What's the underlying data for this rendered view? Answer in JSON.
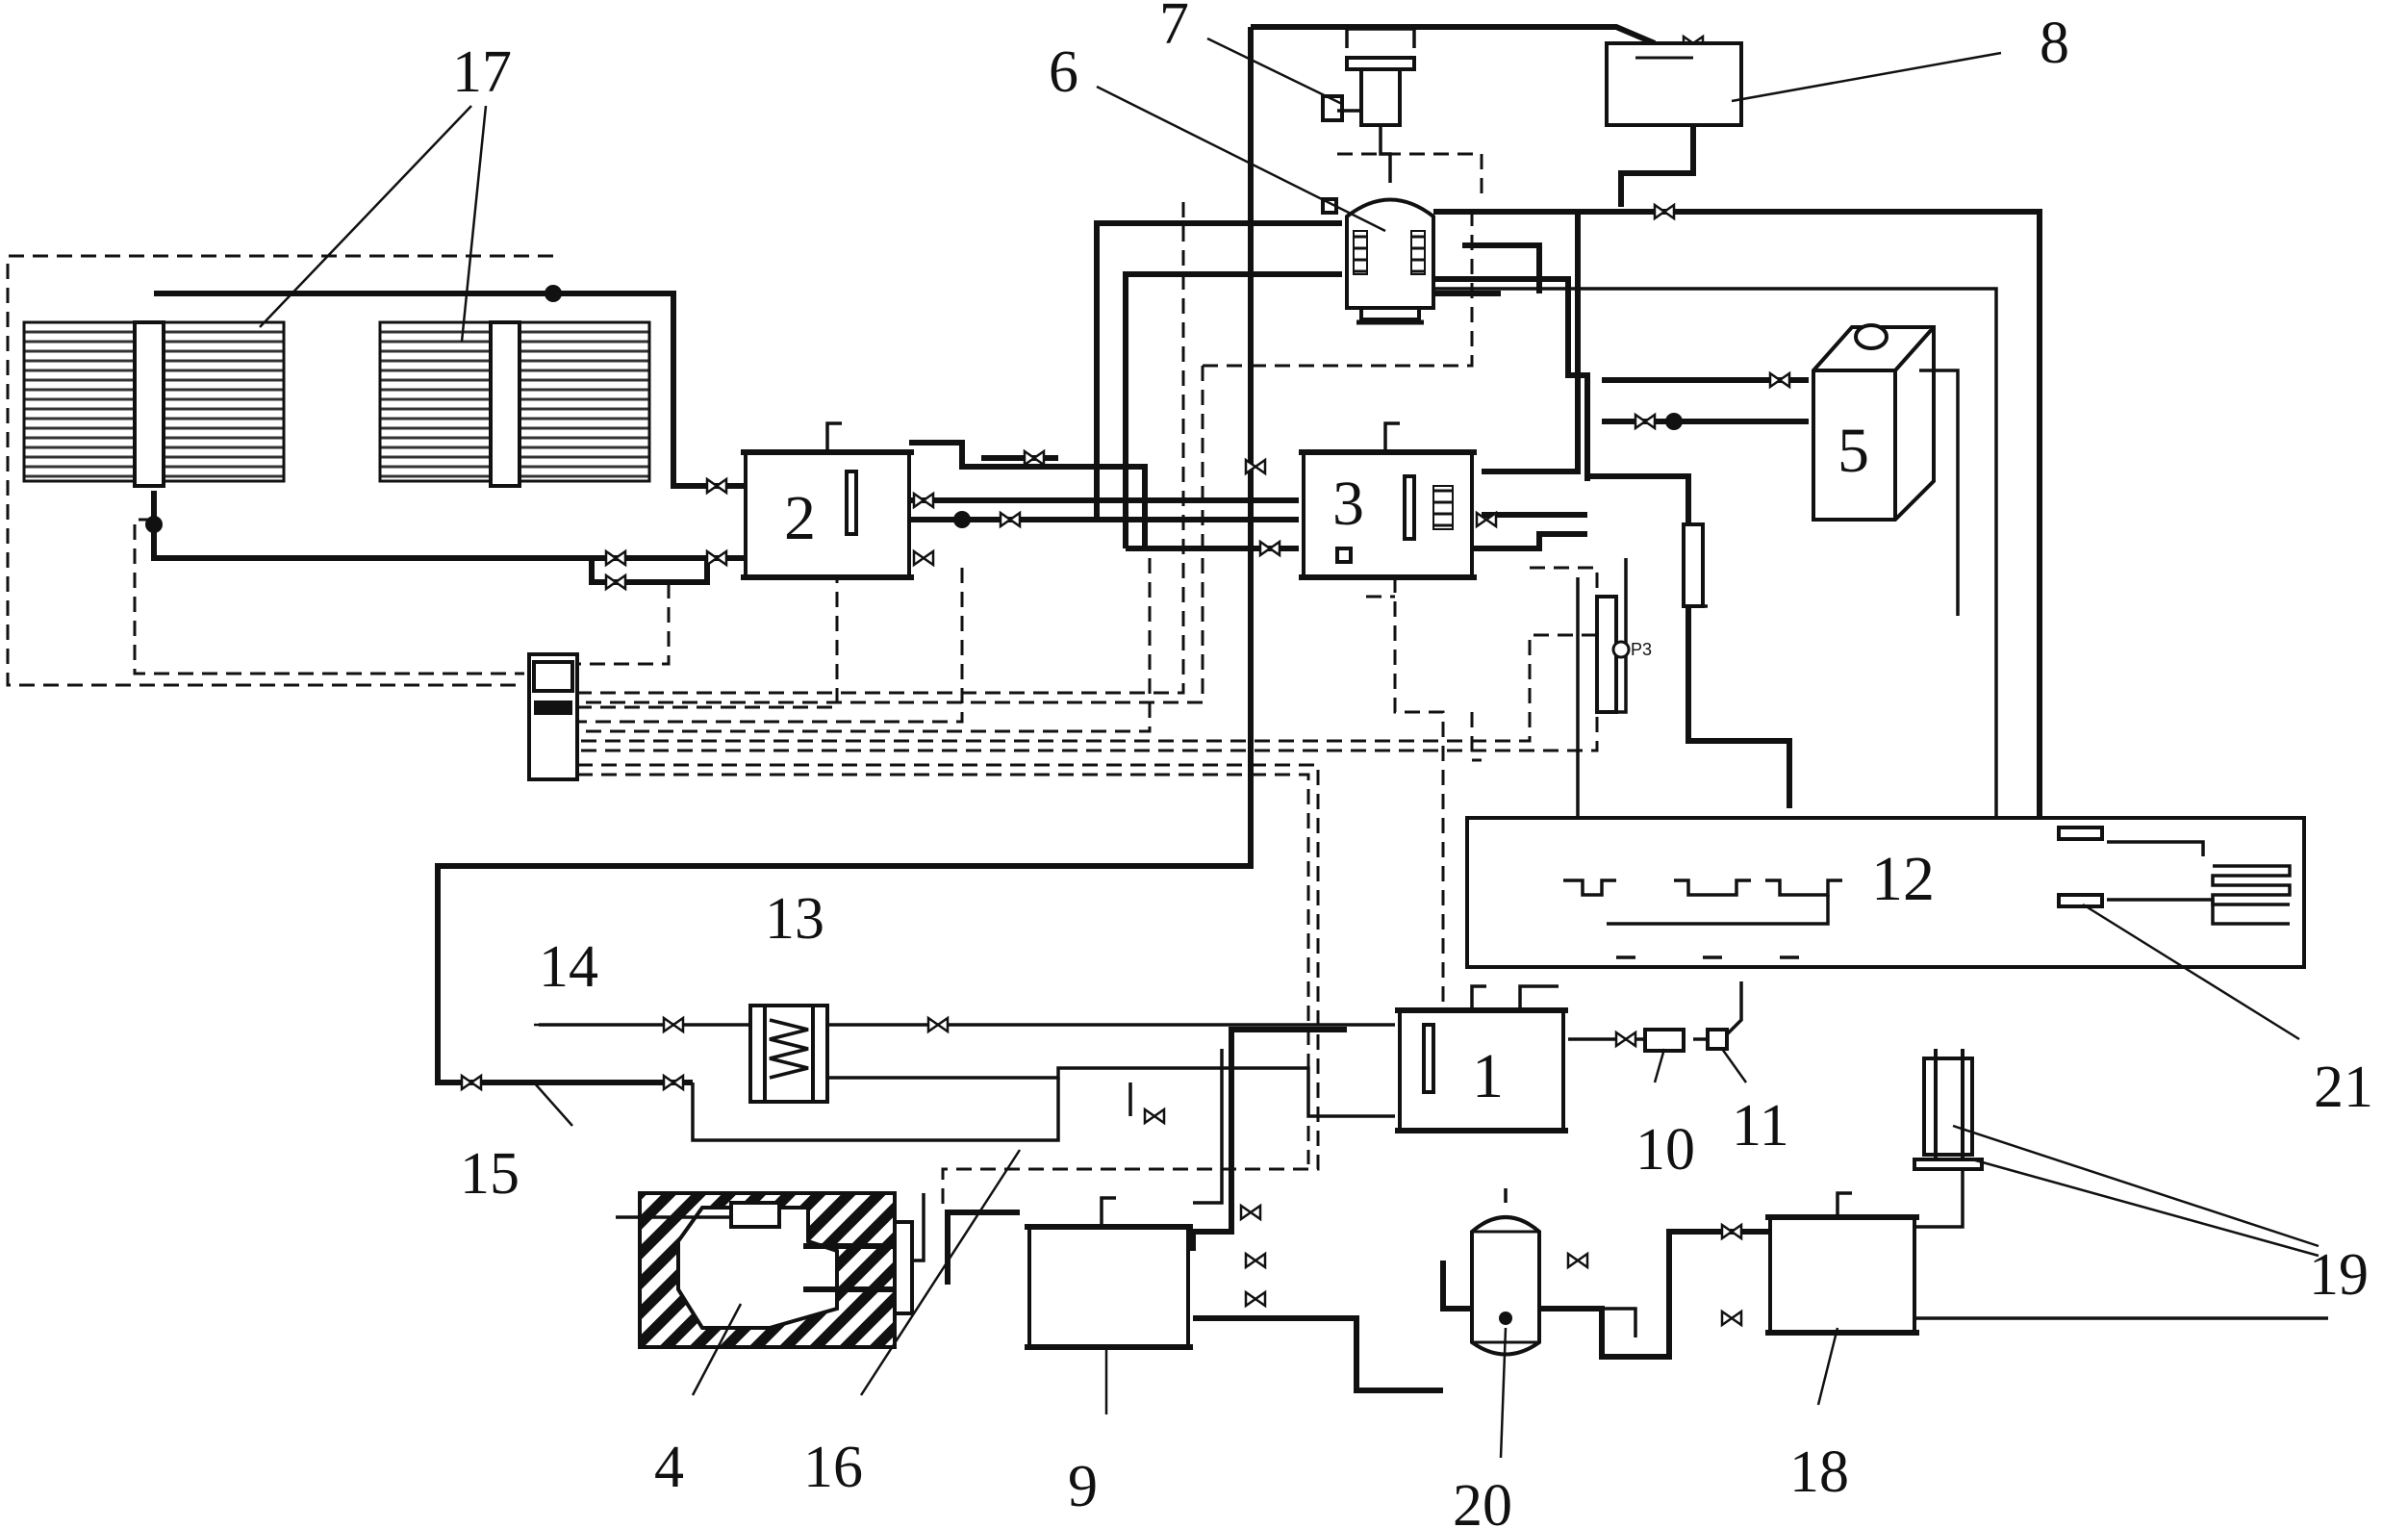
{
  "diagram": {
    "callouts": [
      "17",
      "17",
      "7",
      "6",
      "8",
      "2",
      "3",
      "5",
      "12",
      "13",
      "14",
      "1",
      "10",
      "11",
      "15",
      "21",
      "19",
      "19",
      "4",
      "16",
      "9",
      "20",
      "18"
    ],
    "inside_labels": [
      "2",
      "3",
      "5",
      "12",
      "1"
    ],
    "small_text": "P3"
  }
}
